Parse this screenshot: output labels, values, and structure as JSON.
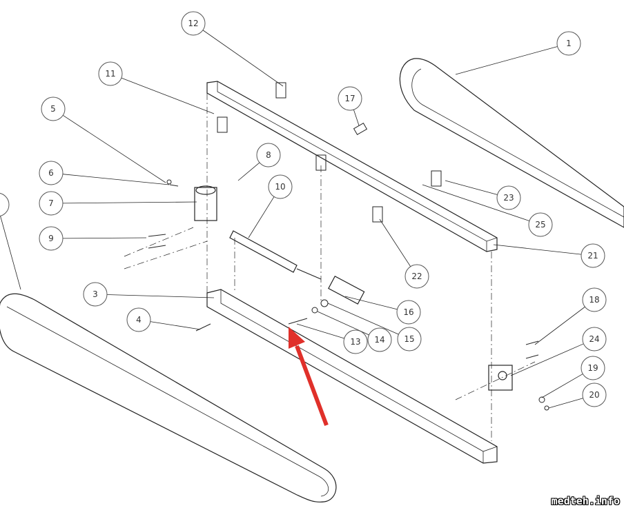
{
  "diagram": {
    "callouts": [
      "1",
      "12",
      "11",
      "17",
      "5",
      "8",
      "6",
      "10",
      "7",
      "23",
      "25",
      "9",
      "21",
      "22",
      "3",
      "16",
      "18",
      "4",
      "14",
      "15",
      "13",
      "24",
      "19",
      "20",
      ""
    ],
    "arrow_color": "#e0302a"
  },
  "watermark": "medteh.info"
}
